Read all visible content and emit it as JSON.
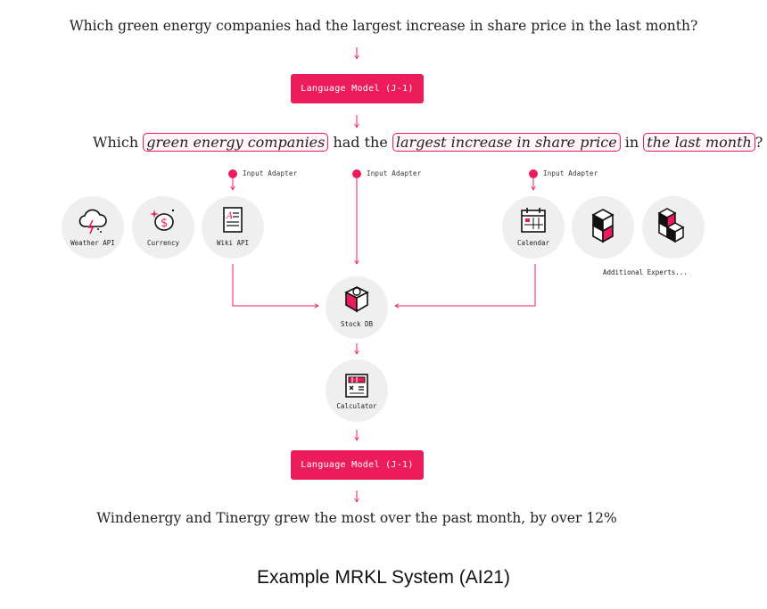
{
  "question": "Which green energy companies had the largest increase in share price in the last month?",
  "language_model_top": "Language Model (J-1)",
  "language_model_bottom": "Language Model (J-1)",
  "parsed": {
    "w1": "Which",
    "h1": "green energy companies",
    "w2": "had the",
    "h2": "largest increase in share price",
    "w3": "in",
    "h3": "the last month",
    "w4": "?"
  },
  "adapters": [
    "Input Adapter",
    "Input Adapter",
    "Input Adapter"
  ],
  "experts": {
    "weather": "Weather API",
    "currency": "Currency",
    "wiki": "Wiki API",
    "calendar": "Calendar",
    "additional": "Additional Experts...",
    "stockdb": "Stock DB",
    "calculator": "Calculator"
  },
  "answer": "Windenergy and Tinergy grew the most over the past month, by over 12%",
  "caption": "Example MRKL System (AI21)",
  "colors": {
    "accent": "#ec1c5b",
    "node_bg": "#efefef"
  },
  "icons": [
    "cloud-storm-icon",
    "coin-sparkle-icon",
    "document-icon",
    "calendar-icon",
    "cube-stack-icon",
    "cubes-icon",
    "database-cube-icon",
    "calculator-icon"
  ]
}
